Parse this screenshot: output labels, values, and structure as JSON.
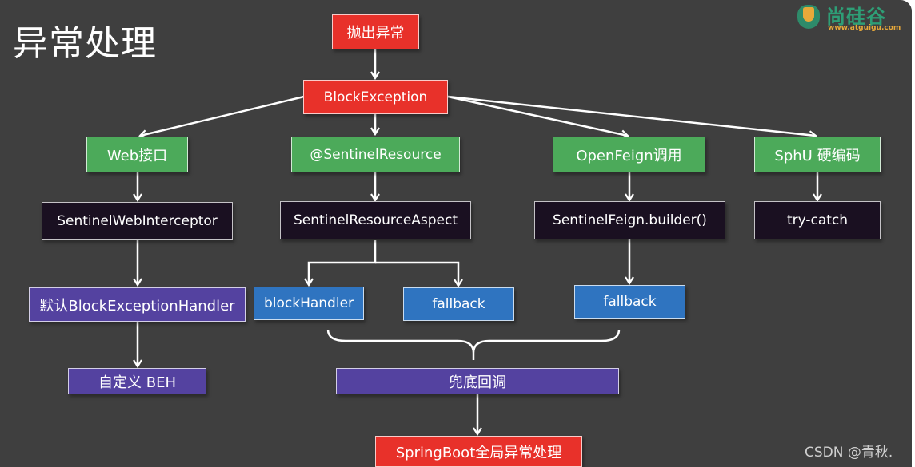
{
  "title": "异常处理",
  "logo": {
    "icon": "u-badge-icon",
    "name": "尚硅谷",
    "url": "www.atguigu.com"
  },
  "colors": {
    "background": "#3f3f3f",
    "red": "#e8312a",
    "green": "#4caa5a",
    "dark": "#1a1021",
    "purple": "#5442a0",
    "blue": "#2f74c0",
    "connector": "#ffffff"
  },
  "nodes": {
    "throw_exception": "抛出异常",
    "block_exception": "BlockException",
    "web_interface": "Web接口",
    "sentinel_resource": "@SentinelResource",
    "openfeign_call": "OpenFeign调用",
    "sphu_hardcode": "SphU 硬编码",
    "sentinel_web_interceptor": "SentinelWebInterceptor",
    "sentinel_resource_aspect": "SentinelResourceAspect",
    "sentinel_feign_builder": "SentinelFeign.builder()",
    "try_catch": "try-catch",
    "default_handler": "默认BlockExceptionHandler",
    "block_handler": "blockHandler",
    "fallback_resource": "fallback",
    "fallback_feign": "fallback",
    "custom_beh": "自定义 BEH",
    "fallback_callback": "兜底回调",
    "springboot_global": "SpringBoot全局异常处理"
  },
  "edges": [
    [
      "throw_exception",
      "block_exception"
    ],
    [
      "block_exception",
      "web_interface"
    ],
    [
      "block_exception",
      "sentinel_resource"
    ],
    [
      "block_exception",
      "openfeign_call"
    ],
    [
      "block_exception",
      "sphu_hardcode"
    ],
    [
      "web_interface",
      "sentinel_web_interceptor"
    ],
    [
      "sentinel_resource",
      "sentinel_resource_aspect"
    ],
    [
      "openfeign_call",
      "sentinel_feign_builder"
    ],
    [
      "sphu_hardcode",
      "try_catch"
    ],
    [
      "sentinel_web_interceptor",
      "default_handler"
    ],
    [
      "sentinel_resource_aspect",
      "block_handler"
    ],
    [
      "sentinel_resource_aspect",
      "fallback_resource"
    ],
    [
      "sentinel_feign_builder",
      "fallback_feign"
    ],
    [
      "default_handler",
      "custom_beh"
    ],
    [
      "fallback_callback",
      "springboot_global"
    ]
  ],
  "brace_group": {
    "members": [
      "block_handler",
      "fallback_resource",
      "fallback_feign"
    ],
    "target": "fallback_callback"
  },
  "watermark": "CSDN @青秋."
}
